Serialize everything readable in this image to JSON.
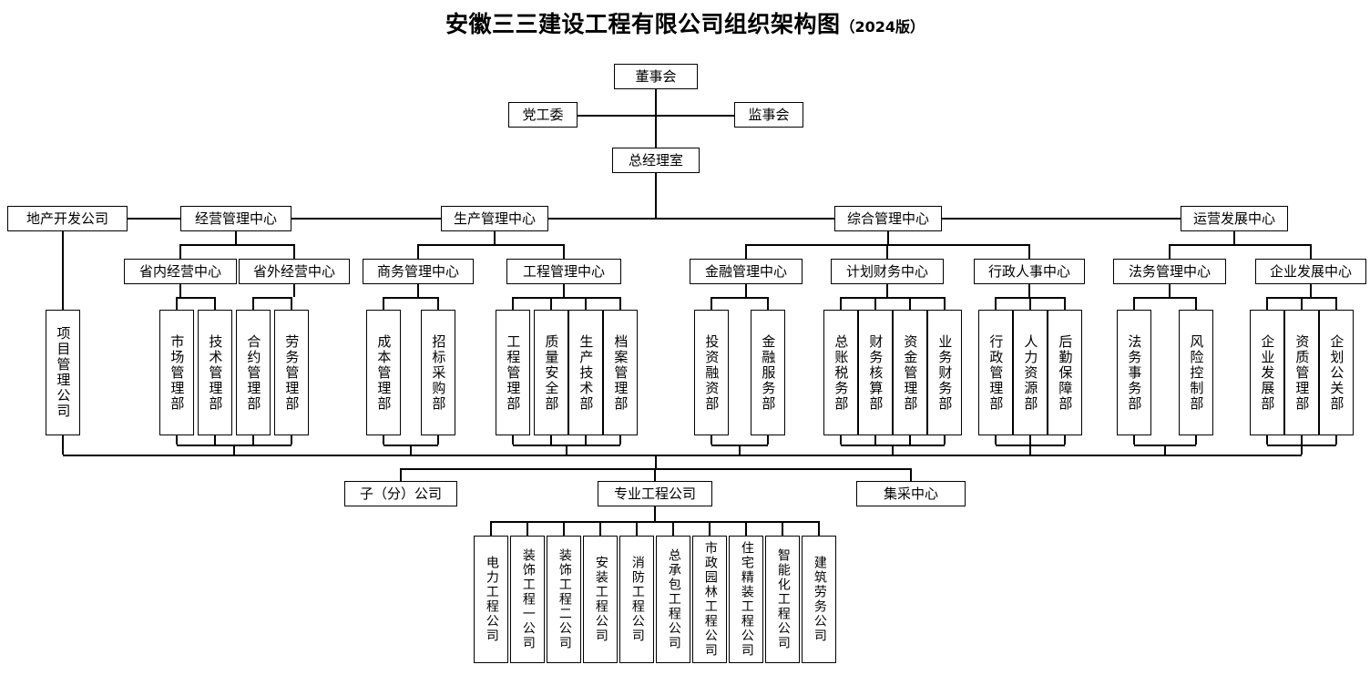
{
  "title": {
    "main": "安徽三三建设工程有限公司组织架构图",
    "edition": "（2024版）"
  },
  "top": {
    "board": "董事会",
    "party": "党工委",
    "supervisors": "监事会",
    "gm_office": "总经理室"
  },
  "centers": [
    {
      "name": "地产开发公司"
    },
    {
      "name": "经营管理中心"
    },
    {
      "name": "生产管理中心"
    },
    {
      "name": "综合管理中心"
    },
    {
      "name": "运营发展中心"
    }
  ],
  "subcenters": [
    {
      "name": "省内经营中心"
    },
    {
      "name": "省外经营中心"
    },
    {
      "name": "商务管理中心"
    },
    {
      "name": "工程管理中心"
    },
    {
      "name": "金融管理中心"
    },
    {
      "name": "计划财务中心"
    },
    {
      "name": "行政人事中心"
    },
    {
      "name": "法务管理中心"
    },
    {
      "name": "企业发展中心"
    }
  ],
  "departments": [
    {
      "name": "项目管理公司"
    },
    {
      "name": "市场管理部"
    },
    {
      "name": "技术管理部"
    },
    {
      "name": "合约管理部"
    },
    {
      "name": "劳务管理部"
    },
    {
      "name": "成本管理部"
    },
    {
      "name": "招标采购部"
    },
    {
      "name": "工程管理部"
    },
    {
      "name": "质量安全部"
    },
    {
      "name": "生产技术部"
    },
    {
      "name": "档案管理部"
    },
    {
      "name": "投资融资部"
    },
    {
      "name": "金融服务部"
    },
    {
      "name": "总账税务部"
    },
    {
      "name": "财务核算部"
    },
    {
      "name": "资金管理部"
    },
    {
      "name": "业务财务部"
    },
    {
      "name": "行政管理部"
    },
    {
      "name": "人力资源部"
    },
    {
      "name": "后勤保障部"
    },
    {
      "name": "法务事务部"
    },
    {
      "name": "风险控制部"
    },
    {
      "name": "企业发展部"
    },
    {
      "name": "资质管理部"
    },
    {
      "name": "企划公关部"
    }
  ],
  "bottom_units": [
    {
      "name": "子（分）公司"
    },
    {
      "name": "专业工程公司"
    },
    {
      "name": "集采中心"
    }
  ],
  "engineering_companies": [
    {
      "name": "电力工程公司"
    },
    {
      "name": "装饰工程一公司"
    },
    {
      "name": "装饰工程二公司"
    },
    {
      "name": "安装工程公司"
    },
    {
      "name": "消防工程公司"
    },
    {
      "name": "总承包工程公司"
    },
    {
      "name": "市政园林工程公司"
    },
    {
      "name": "住宅精装工程公司"
    },
    {
      "name": "智能化工程公司"
    },
    {
      "name": "建筑劳务公司"
    }
  ],
  "colors": {
    "background": "#ffffff",
    "line": "#000000",
    "text": "#000000"
  }
}
